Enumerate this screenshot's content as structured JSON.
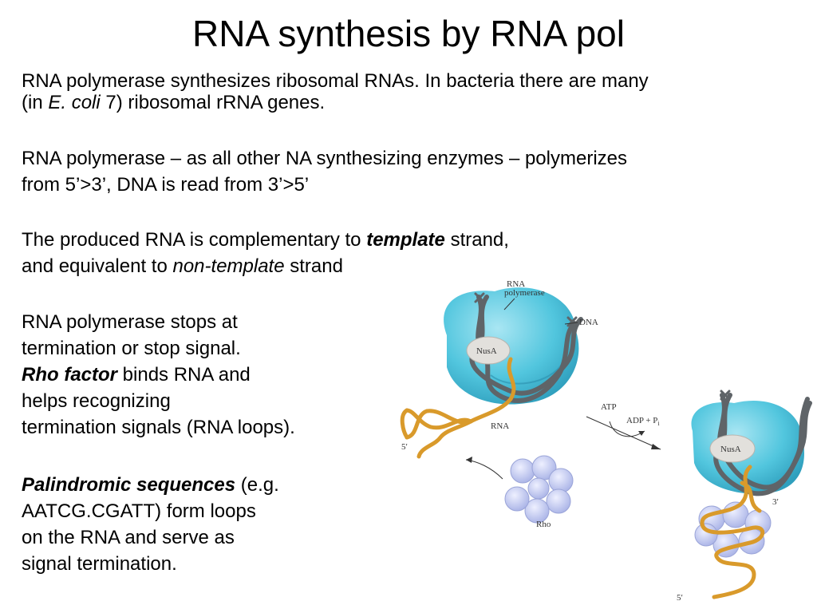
{
  "slide": {
    "title": "RNA synthesis by RNA pol",
    "p1": {
      "line1": "RNA polymerase synthesizes ribosomal RNAs. In bacteria there are many",
      "line2_a": "(in ",
      "line2_b": "E. coli",
      "line2_c": " 7) ribosomal rRNA genes."
    },
    "p2": {
      "line1": "RNA polymerase – as all other NA synthesizing enzymes – polymerizes",
      "line2": "from 5’>3’, DNA is read from 3’>5’"
    },
    "p3": {
      "line1_a": "The produced RNA is complementary to ",
      "line1_b": "template",
      "line1_c": " strand,",
      "line2_a": "and equivalent to ",
      "line2_b": "non-template",
      "line2_c": " strand"
    },
    "p4": {
      "line1": "RNA polymerase stops at",
      "line2": "termination or stop signal.",
      "line3_a": "Rho factor",
      "line3_b": " binds RNA and",
      "line4": "helps recognizing",
      "line5": "termination signals (RNA loops)."
    },
    "p5": {
      "line1_a": "Palindromic sequences",
      "line1_b": " (e.g.",
      "line2": "AATCG.CGATT) form loops",
      "line3": "on the RNA and serve as",
      "line4": "signal termination."
    }
  },
  "figure": {
    "labels": {
      "rna_polymerase_1": "RNA",
      "rna_polymerase_2": "polymerase",
      "dna": "DNA",
      "nusa_left": "NusA",
      "nusa_right": "NusA",
      "rna": "RNA",
      "five_prime_left": "5′",
      "atp": "ATP",
      "adp_pi": "ADP + P",
      "pi_sub": "i",
      "rho": "Rho",
      "three_prime": "3′",
      "five_prime_bottom": "5′"
    },
    "colors": {
      "polymerase": "#52c6de",
      "dna": "#5f6468",
      "rna": "#d99a2b",
      "rho": "#c6cdf1",
      "nusa": "#e2e0dc"
    }
  }
}
